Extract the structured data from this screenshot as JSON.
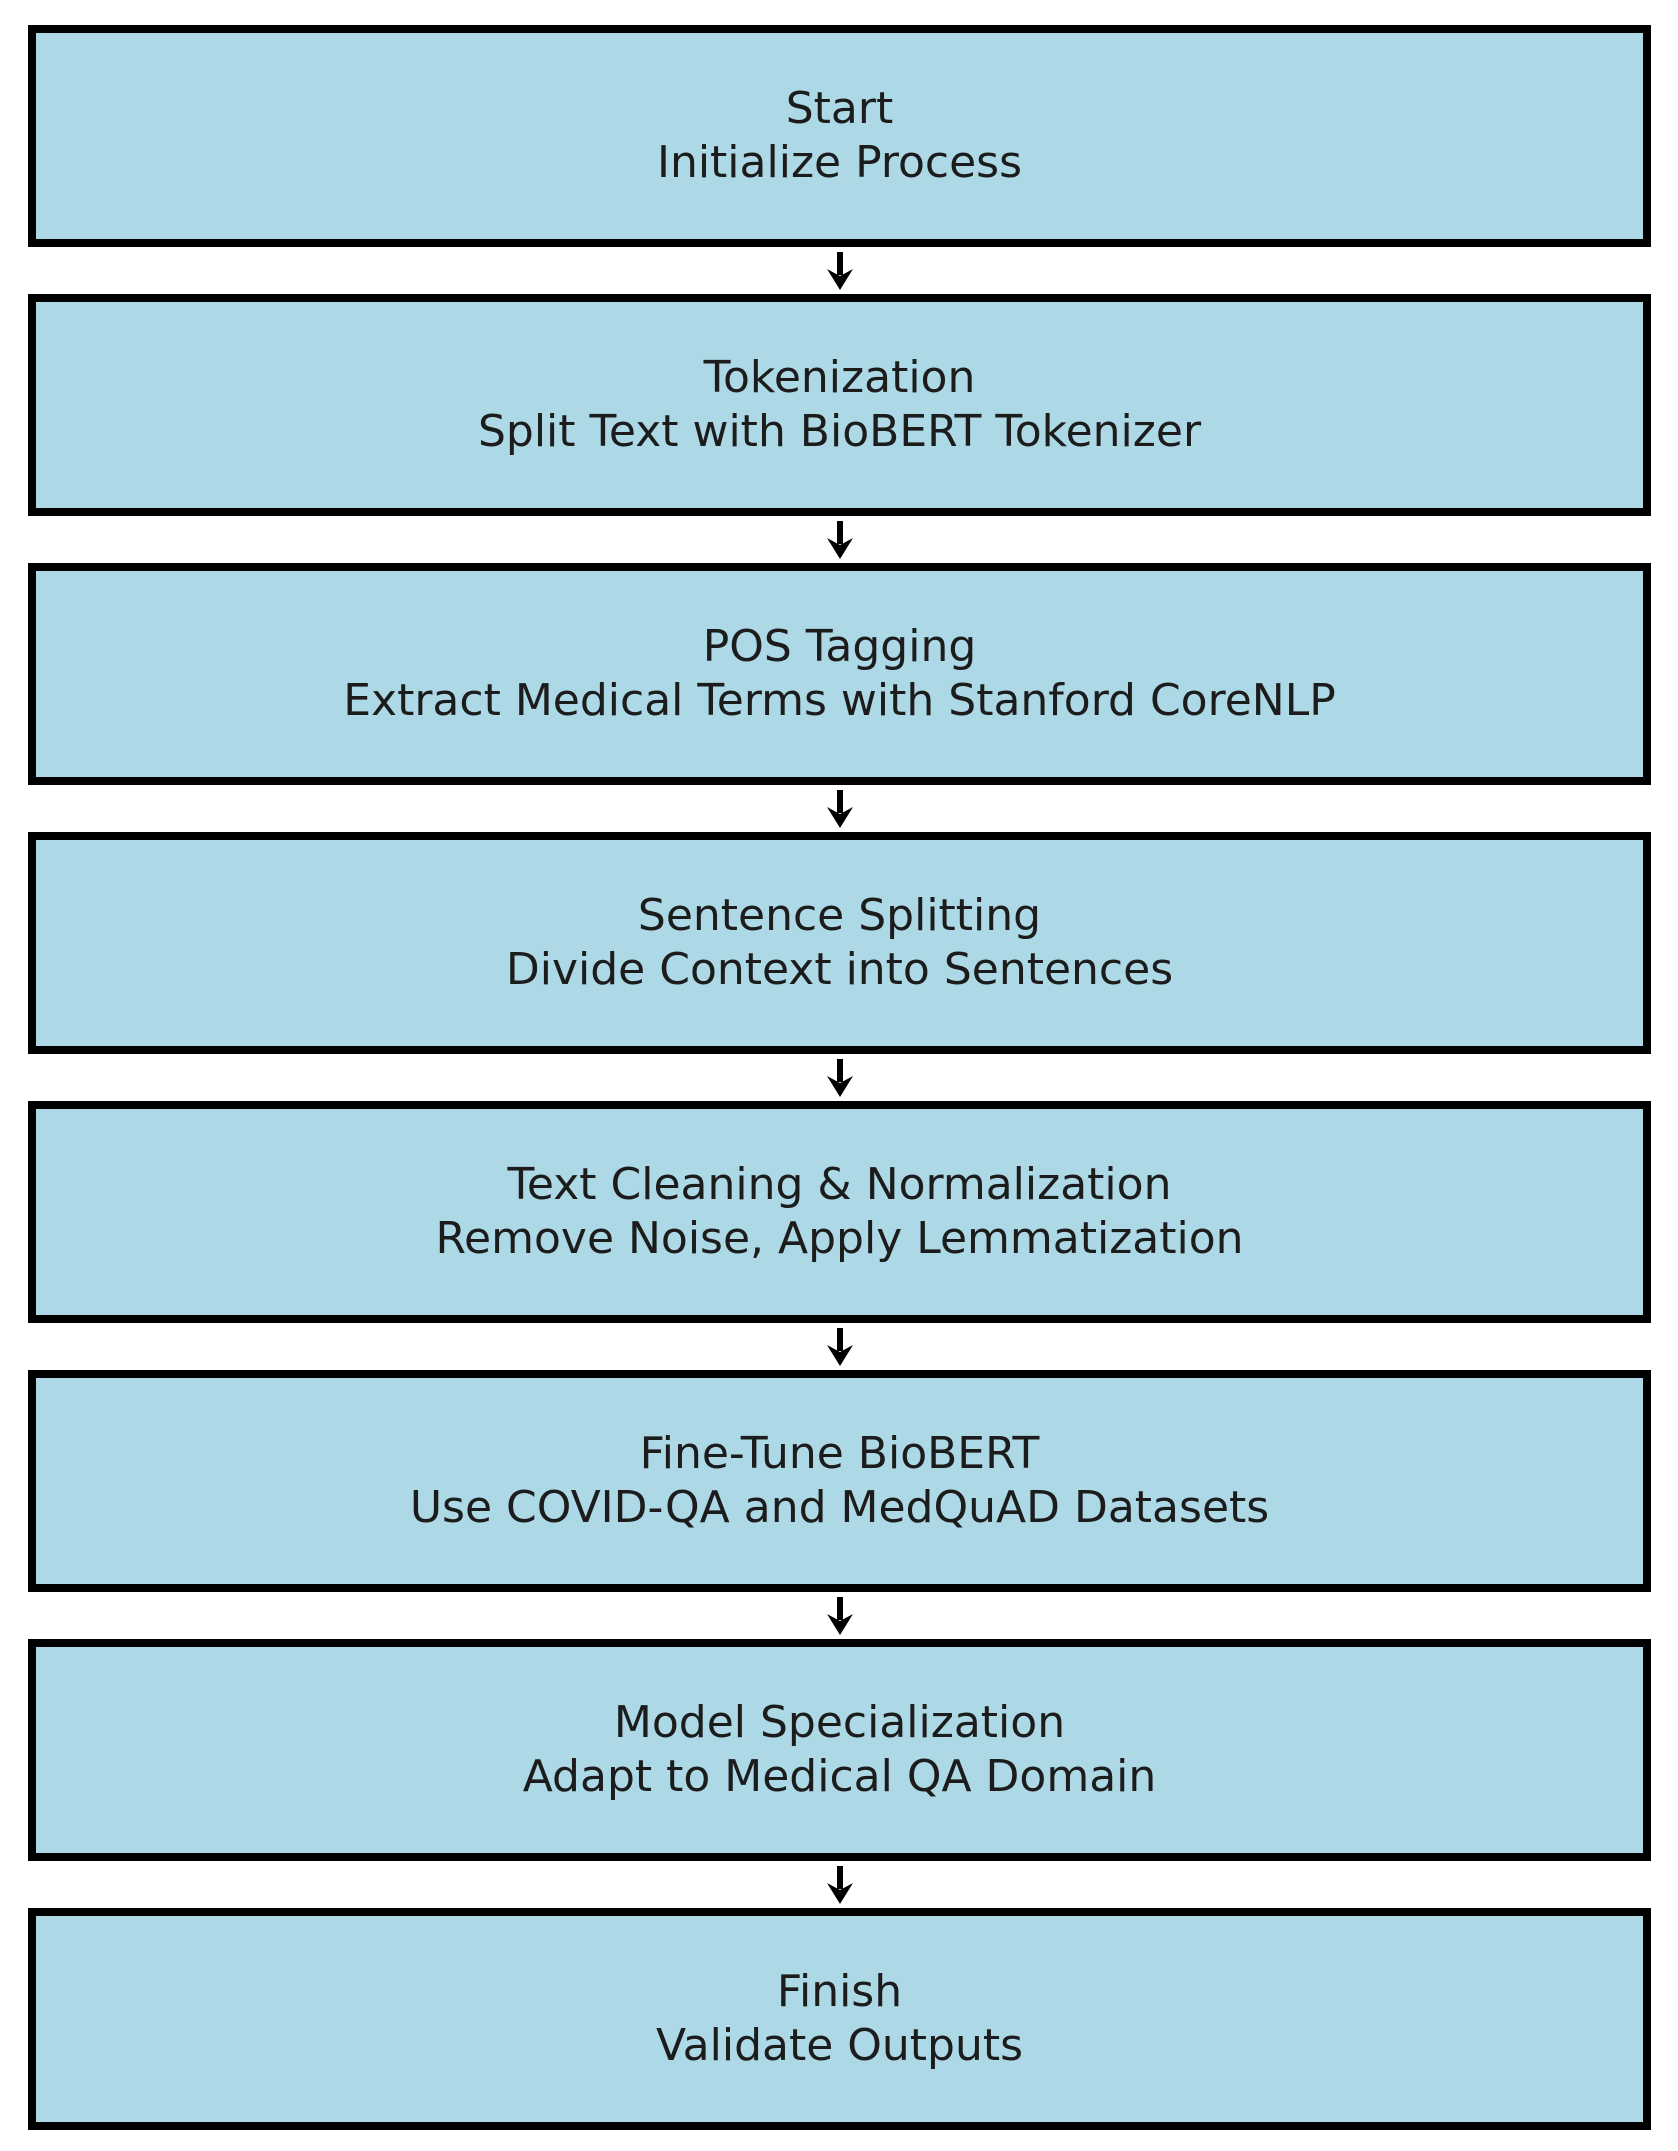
{
  "diagram": {
    "type": "flowchart",
    "direction": "top-to-bottom",
    "colors": {
      "box_fill": "#ADD8E6",
      "box_border": "#000000",
      "text": "#1C1C1C",
      "arrow": "#000000",
      "background": "#FFFFFF"
    },
    "icons": {
      "connector": "arrow-down-icon"
    },
    "steps": [
      {
        "title": "Start",
        "subtitle": "Initialize Process"
      },
      {
        "title": "Tokenization",
        "subtitle": "Split Text with BioBERT Tokenizer"
      },
      {
        "title": "POS Tagging",
        "subtitle": "Extract Medical Terms with Stanford CoreNLP"
      },
      {
        "title": "Sentence Splitting",
        "subtitle": "Divide Context into Sentences"
      },
      {
        "title": "Text Cleaning & Normalization",
        "subtitle": "Remove Noise, Apply Lemmatization"
      },
      {
        "title": "Fine-Tune BioBERT",
        "subtitle": "Use COVID-QA and MedQuAD Datasets"
      },
      {
        "title": "Model Specialization",
        "subtitle": "Adapt to Medical QA Domain"
      },
      {
        "title": "Finish",
        "subtitle": "Validate Outputs"
      }
    ]
  }
}
